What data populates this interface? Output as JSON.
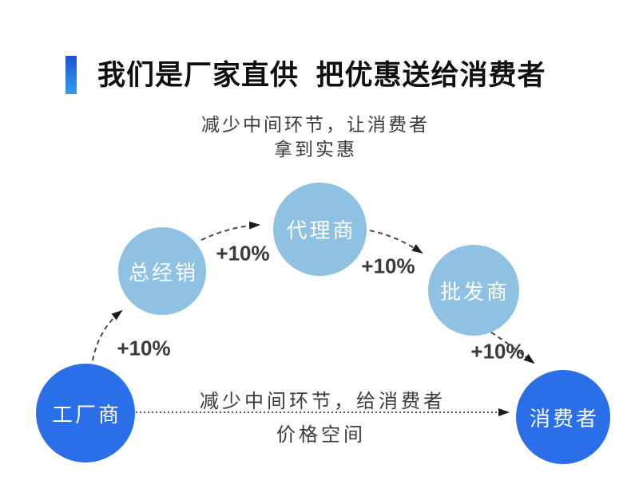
{
  "header": {
    "title": "我们是厂家直供  把优惠送给消费者"
  },
  "subtitle": {
    "line1": "减少中间环节，让消费者",
    "line2": "拿到实惠"
  },
  "diagram": {
    "nodes": [
      {
        "label": "工厂商",
        "type": "primary"
      },
      {
        "label": "总经销",
        "type": "secondary"
      },
      {
        "label": "代理商",
        "type": "secondary"
      },
      {
        "label": "批发商",
        "type": "secondary"
      },
      {
        "label": "消费者",
        "type": "primary"
      }
    ],
    "edges": [
      {
        "from": "工厂商",
        "to": "总经销",
        "label": "+10%"
      },
      {
        "from": "总经销",
        "to": "代理商",
        "label": "+10%"
      },
      {
        "from": "代理商",
        "to": "批发商",
        "label": "+10%"
      },
      {
        "from": "批发商",
        "to": "消费者",
        "label": "+10%"
      }
    ],
    "direct_path": {
      "line1": "减少中间环节，给消费者",
      "line2": "价格空间"
    }
  },
  "colors": {
    "primary_circle": "#2b6fe8",
    "secondary_circle": "#8fc1e3",
    "accent_bar_top": "#1d52d4",
    "accent_bar_bottom": "#2f9ff2",
    "arrow": "#4a4a4a",
    "title_text": "#0f0f0f",
    "body_text": "#3b3b3b"
  }
}
